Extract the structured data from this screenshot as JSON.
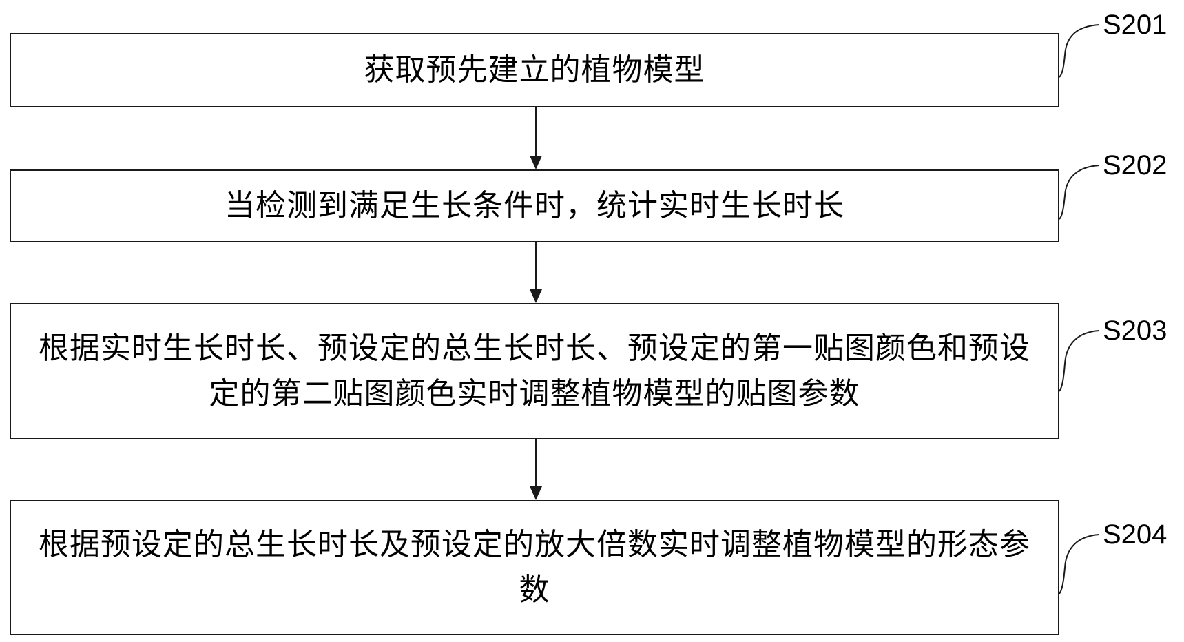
{
  "flowchart": {
    "steps": [
      {
        "id": "S201",
        "text": "获取预先建立的植物模型"
      },
      {
        "id": "S202",
        "text": "当检测到满足生长条件时，统计实时生长时长"
      },
      {
        "id": "S203",
        "text": "根据实时生长时长、预设定的总生长时长、预设定的第一贴图颜色和预设定的第二贴图颜色实时调整植物模型的贴图参数"
      },
      {
        "id": "S204",
        "text": "根据预设定的总生长时长及预设定的放大倍数实时调整植物模型的形态参数"
      }
    ]
  },
  "colors": {
    "stroke": "#1a1a1a",
    "background": "#ffffff",
    "text": "#000000"
  }
}
